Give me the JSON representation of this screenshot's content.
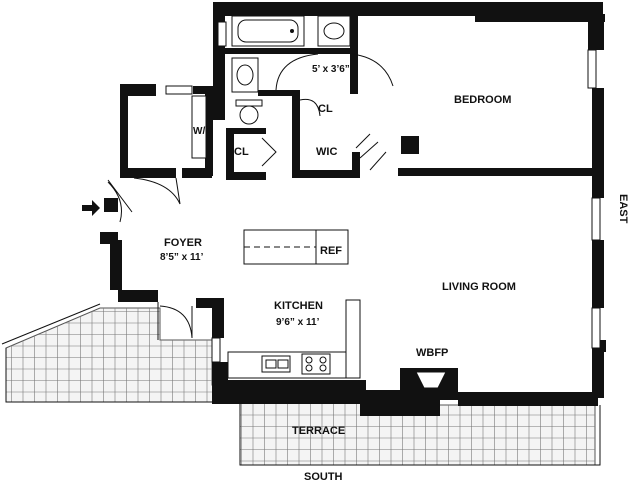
{
  "rooms": {
    "bedroom": "BEDROOM",
    "bath_alcove": "5’ x 3’6”",
    "cl_upper": "CL",
    "cl_lower": "CL",
    "wic": "WIC",
    "wd": "W/D",
    "foyer": "FOYER",
    "foyer_dims": "8’5” x 11’",
    "ref": "REF",
    "living_room": "LIVING ROOM",
    "kitchen": "KITCHEN",
    "kitchen_dims": "9’6” x 11’",
    "wbfp": "WBFP",
    "terrace": "TERRACE"
  },
  "compass": {
    "east": "EAST",
    "south": "SOUTH"
  },
  "icons": {
    "entry_arrow": "entry-arrow-icon"
  }
}
